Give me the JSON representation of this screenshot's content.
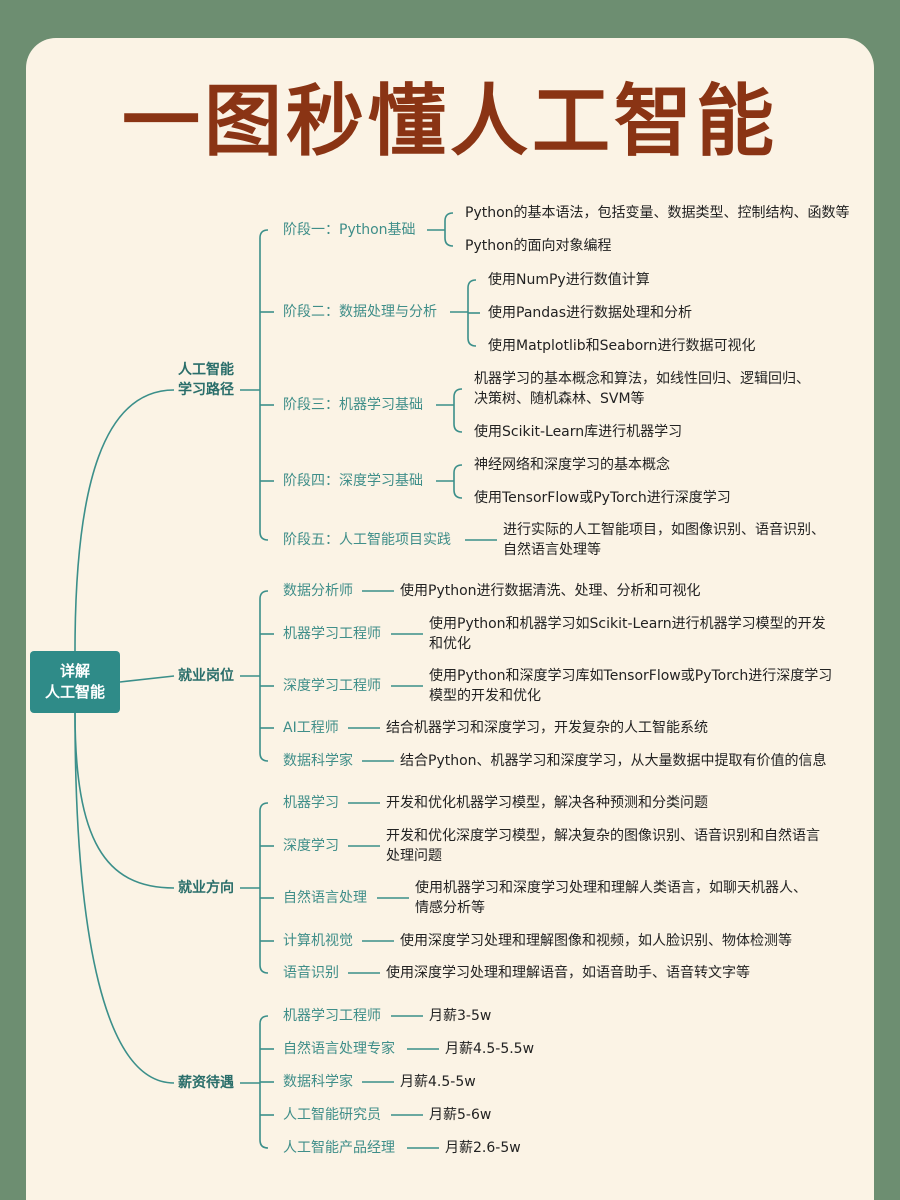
{
  "title": "一图秒懂人工智能",
  "root": [
    "详解",
    "人工智能"
  ],
  "categories": [
    {
      "label": [
        "人工智能",
        "学习路径"
      ],
      "items": [
        {
          "label": "阶段一：Python基础",
          "leaves": [
            [
              "Python的基本语法，包括变量、数据类型、控制结构、函数等"
            ],
            [
              "Python的面向对象编程"
            ]
          ]
        },
        {
          "label": "阶段二：数据处理与分析",
          "leaves": [
            [
              "使用NumPy进行数值计算"
            ],
            [
              "使用Pandas进行数据处理和分析"
            ],
            [
              "使用Matplotlib和Seaborn进行数据可视化"
            ]
          ]
        },
        {
          "label": "阶段三：机器学习基础",
          "leaves": [
            [
              "机器学习的基本概念和算法，如线性回归、逻辑回归、",
              "决策树、随机森林、SVM等"
            ],
            [
              "使用Scikit-Learn库进行机器学习"
            ]
          ]
        },
        {
          "label": "阶段四：深度学习基础",
          "leaves": [
            [
              "神经网络和深度学习的基本概念"
            ],
            [
              "使用TensorFlow或PyTorch进行深度学习"
            ]
          ]
        },
        {
          "label": "阶段五：人工智能项目实践",
          "leaves": [
            [
              "进行实际的人工智能项目，如图像识别、语音识别、",
              "自然语言处理等"
            ]
          ]
        }
      ]
    },
    {
      "label": [
        "就业岗位"
      ],
      "items": [
        {
          "label": "数据分析师",
          "leaves": [
            [
              "使用Python进行数据清洗、处理、分析和可视化"
            ]
          ]
        },
        {
          "label": "机器学习工程师",
          "leaves": [
            [
              "使用Python和机器学习如Scikit-Learn进行机器学习模型的开发",
              "和优化"
            ]
          ]
        },
        {
          "label": "深度学习工程师",
          "leaves": [
            [
              "使用Python和深度学习库如TensorFlow或PyTorch进行深度学习",
              "模型的开发和优化"
            ]
          ]
        },
        {
          "label": "AI工程师",
          "leaves": [
            [
              "结合机器学习和深度学习，开发复杂的人工智能系统"
            ]
          ]
        },
        {
          "label": "数据科学家",
          "leaves": [
            [
              "结合Python、机器学习和深度学习，从大量数据中提取有价值的信息"
            ]
          ]
        }
      ]
    },
    {
      "label": [
        "就业方向"
      ],
      "items": [
        {
          "label": "机器学习",
          "leaves": [
            [
              "开发和优化机器学习模型，解决各种预测和分类问题"
            ]
          ]
        },
        {
          "label": "深度学习",
          "leaves": [
            [
              "开发和优化深度学习模型，解决复杂的图像识别、语音识别和自然语言",
              "处理问题"
            ]
          ]
        },
        {
          "label": "自然语言处理",
          "leaves": [
            [
              "使用机器学习和深度学习处理和理解人类语言，如聊天机器人、",
              "情感分析等"
            ]
          ]
        },
        {
          "label": "计算机视觉",
          "leaves": [
            [
              "使用深度学习处理和理解图像和视频，如人脸识别、物体检测等"
            ]
          ]
        },
        {
          "label": "语音识别",
          "leaves": [
            [
              "使用深度学习处理和理解语音，如语音助手、语音转文字等"
            ]
          ]
        }
      ]
    },
    {
      "label": [
        "薪资待遇"
      ],
      "items": [
        {
          "label": "机器学习工程师",
          "leaves": [
            [
              "月薪3-5w"
            ]
          ]
        },
        {
          "label": "自然语言处理专家",
          "leaves": [
            [
              "月薪4.5-5.5w"
            ]
          ]
        },
        {
          "label": "数据科学家",
          "leaves": [
            [
              "月薪4.5-5w"
            ]
          ]
        },
        {
          "label": "人工智能研究员",
          "leaves": [
            [
              "月薪5-6w"
            ]
          ]
        },
        {
          "label": "人工智能产品经理",
          "leaves": [
            [
              "月薪2.6-5w"
            ]
          ]
        }
      ]
    }
  ],
  "colors": {
    "background": "#6d8e71",
    "card": "#fbf3e5",
    "title": "#8a3414",
    "accent": "#2f8b88",
    "line": "#3b8f8a"
  }
}
